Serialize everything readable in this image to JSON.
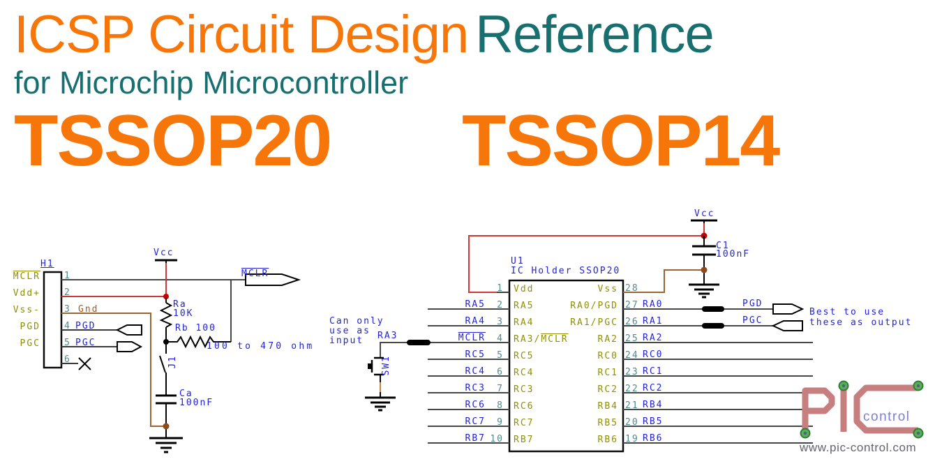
{
  "header": {
    "title_main": "ICSP Circuit Design",
    "title_accent": "Reference",
    "subtitle": "for Microchip Microcontroller",
    "package_left": "TSSOP20",
    "package_right": "TSSOP14"
  },
  "colors": {
    "title_orange": "#F7760A",
    "title_teal": "#176F6F",
    "label_blue": "#2222DB",
    "pin_number_teal": "#4D8C8C",
    "pin_name_olive": "#8F8F00",
    "wire_gray": "#474747",
    "wire_red": "#CF3636",
    "wire_brown": "#9C6430"
  },
  "h1": {
    "ref": "H1",
    "pin_names": [
      "MCLR",
      "Vdd+",
      "Vss-",
      "PGD",
      "PGC"
    ],
    "pin_numbers": [
      "1",
      "2",
      "3",
      "4",
      "5",
      "6"
    ],
    "gnd_net": "Gnd",
    "pgd_net": "PGD",
    "pgc_net": "PGC",
    "mclr_net": "MCLR",
    "vcc": "Vcc",
    "ra_ref": "Ra",
    "ra_value": "10K",
    "rb_ref": "Rb 100",
    "rb_note": "100 to 470 ohm",
    "j1_ref": "J1",
    "ca_ref": "Ca",
    "ca_value": "100nF"
  },
  "u1": {
    "ref": "U1",
    "name": "IC Holder SSOP20",
    "vcc": "Vcc",
    "c1_ref": "C1",
    "c1_value": "100nF",
    "note_input": [
      "Can only",
      "use as",
      "input"
    ],
    "ra3_net": "RA3",
    "sw1_ref": "SW1",
    "pgd_out": "PGD",
    "pgc_out": "PGC",
    "note_output": [
      "Best to use",
      "these as output"
    ],
    "pins_left": [
      {
        "num": "1",
        "net": "",
        "name": "Vdd"
      },
      {
        "num": "2",
        "net": "RA5",
        "name": "RA5"
      },
      {
        "num": "3",
        "net": "RA4",
        "name": "RA4"
      },
      {
        "num": "4",
        "net": "MCLR",
        "name_pre": "RA3/",
        "name_ov": "MCLR"
      },
      {
        "num": "5",
        "net": "RC5",
        "name": "RC5"
      },
      {
        "num": "6",
        "net": "RC4",
        "name": "RC4"
      },
      {
        "num": "7",
        "net": "RC3",
        "name": "RC3"
      },
      {
        "num": "8",
        "net": "RC6",
        "name": "RC6"
      },
      {
        "num": "9",
        "net": "RC7",
        "name": "RC7"
      },
      {
        "num": "10",
        "net": "RB7",
        "name": "RB7"
      }
    ],
    "pins_right": [
      {
        "num": "28",
        "net": "",
        "name": "Vss"
      },
      {
        "num": "27",
        "net": "RA0",
        "name": "RA0/PGD"
      },
      {
        "num": "26",
        "net": "RA1",
        "name": "RA1/PGC"
      },
      {
        "num": "25",
        "net": "RA2",
        "name": "RA2"
      },
      {
        "num": "24",
        "net": "RC0",
        "name": "RC0"
      },
      {
        "num": "23",
        "net": "RC1",
        "name": "RC1"
      },
      {
        "num": "22",
        "net": "RC2",
        "name": "RC2"
      },
      {
        "num": "21",
        "net": "RB4",
        "name": "RB4"
      },
      {
        "num": "20",
        "net": "RB5",
        "name": "RB5"
      },
      {
        "num": "19",
        "net": "RB6",
        "name": "RB6"
      }
    ]
  },
  "logo": {
    "word": "control",
    "url": "www.pic-control.com"
  }
}
